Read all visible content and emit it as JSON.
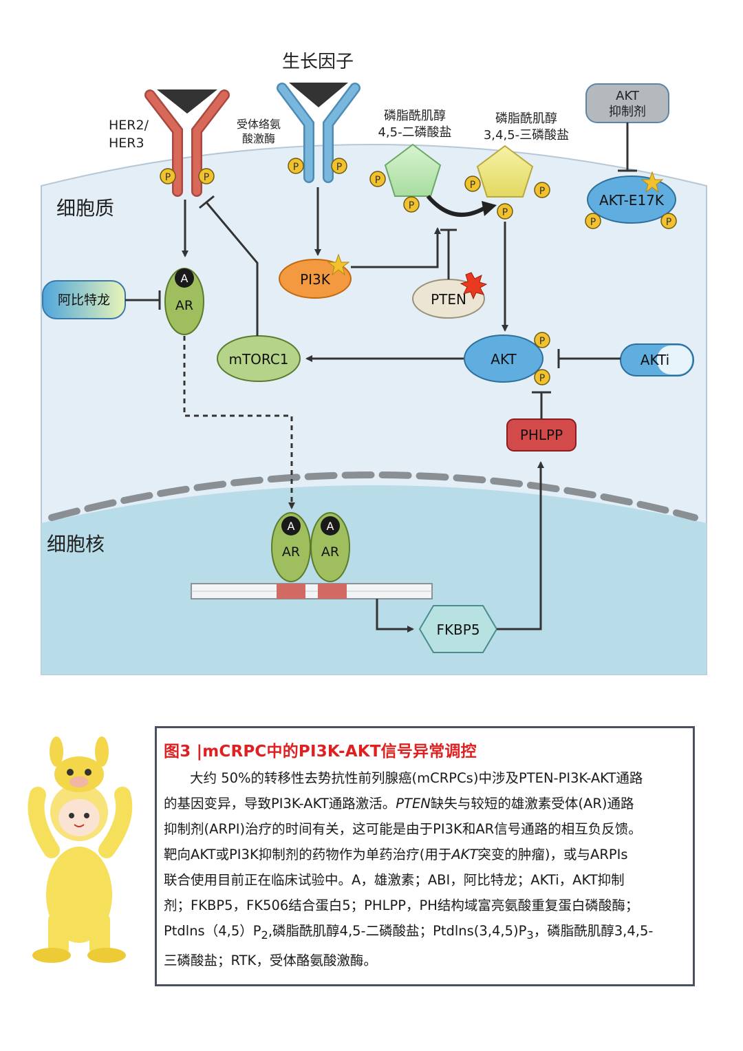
{
  "regions": {
    "cytoplasm": "细胞质",
    "nucleus": "细胞核"
  },
  "labels": {
    "growth_factor": "生长因子",
    "her2_her3": [
      "HER2/",
      "HER3"
    ],
    "rtk": [
      "受体络氨",
      "酸激酶"
    ],
    "pip2": [
      "磷脂酰肌醇",
      "4,5-二磷酸盐"
    ],
    "pip3": [
      "磷脂酰肌醇",
      "3,4,5-三磷酸盐"
    ],
    "akt_inhibitor": [
      "AKT",
      "抑制剂"
    ],
    "akt_e17k": "AKT-E17K",
    "p": "P",
    "a": "A",
    "pi3k": "PI3K",
    "pten": "PTEN",
    "abiraterone": "阿比特龙",
    "ar": "AR",
    "mtorc1": "mTORC1",
    "akt": "AKT",
    "akti": "AKTi",
    "phlpp": "PHLPP",
    "fkbp5": "FKBP5"
  },
  "colors": {
    "cytoplasm": "#e3eef7",
    "nucleus": "#b9dde8",
    "her_receptor": "#d8695a",
    "rtk_receptor": "#7ab7dc",
    "phosphate": "#f2c12e",
    "pi3k": "#f39a40",
    "ar": "#9fbf5e",
    "akt": "#5faedf",
    "phlpp": "#d34a4a"
  },
  "caption": {
    "title": "图3 |mCRPC中的PI3K-AKT信号异常调控",
    "lines": [
      "大约 50%的转移性去势抗性前列腺癌(mCRPCs)中涉及PTEN-PI3K-AKT通路",
      "的基因变异，导致PI3K-AKT通路激活。",
      "PTEN",
      "缺失与较短的雄激素受体(AR)通路",
      "抑制剂(ARPI)治疗的时间有关，这可能是由于PI3K和AR信号通路的相互负反馈。",
      "靶向AKT或PI3K抑制剂的药物作为单药治疗(用于",
      "AKT",
      "突变的肿瘤)，或与ARPIs",
      "联合使用目前正在临床试验中。A，雄激素；ABI，阿比特龙；AKTi，AKT抑制",
      "剂；FKBP5，FK506结合蛋白5；PHLPP，PH结构域富亮氨酸重复蛋白磷酸酶；",
      "Ptdlns（4,5）P",
      "2",
      ",磷脂酰肌醇4,5-二磷酸盐；Ptdlns(3,4,5)P",
      "3",
      "，磷脂酰肌醇3,4,5-",
      "三磷酸盐；RTK，受体酪氨酸激酶。"
    ]
  }
}
